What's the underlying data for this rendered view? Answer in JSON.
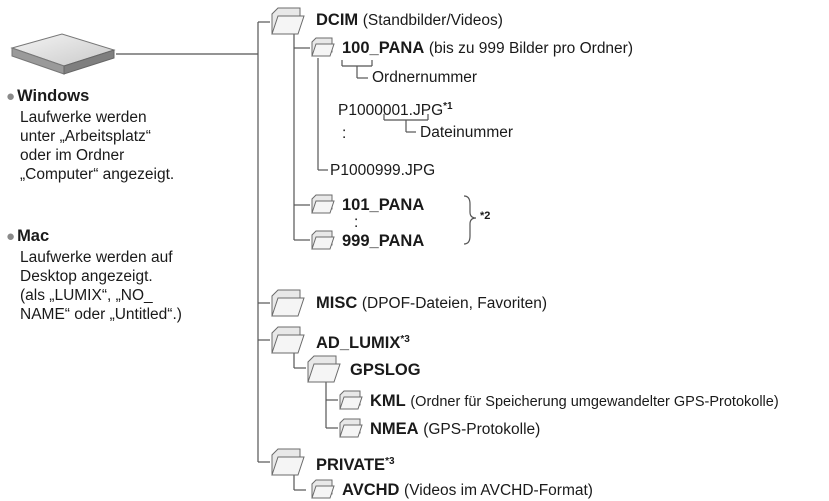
{
  "drive": {
    "icon": "drive-icon"
  },
  "windows": {
    "heading": "Windows",
    "lines": [
      "Laufwerke werden",
      "unter „Arbeitsplatz“",
      "oder im Ordner",
      "„Computer“ angezeigt."
    ]
  },
  "mac": {
    "heading": "Mac",
    "lines": [
      "Laufwerke werden auf",
      "Desktop angezeigt.",
      "(als „LUMIX“, „NO_",
      "NAME“ oder „Untitled“.)"
    ]
  },
  "tree": {
    "dcim": {
      "name": "DCIM",
      "desc": "(Standbilder/Videos)"
    },
    "pana100": {
      "name": "100_PANA",
      "desc": "(bis zu 999 Bilder pro Ordner)"
    },
    "ordnernummer": "Ordnernummer",
    "file_first": "P1000001.JPG",
    "file_first_mark": "*1",
    "colon": ":",
    "dateinummer": "Dateinummer",
    "file_last": "P1000999.JPG",
    "pana101": {
      "name": "101_PANA"
    },
    "pana999": {
      "name": "999_PANA"
    },
    "brace_mark": "*2",
    "misc": {
      "name": "MISC",
      "desc": "(DPOF-Dateien, Favoriten)"
    },
    "ad_lumix": {
      "name": "AD_LUMIX",
      "mark": "*3"
    },
    "gpslog": {
      "name": "GPSLOG"
    },
    "kml": {
      "name": "KML",
      "desc": "(Ordner für Speicherung umgewandelter GPS-Protokolle)"
    },
    "nmea": {
      "name": "NMEA",
      "desc": "(GPS-Protokolle)"
    },
    "private": {
      "name": "PRIVATE",
      "mark": "*3"
    },
    "avchd": {
      "name": "AVCHD",
      "desc": "(Videos im AVCHD-Format)"
    }
  },
  "colors": {
    "line": "#555555",
    "folder_fill": "#f2f2f2",
    "folder_stroke": "#6b6b6b",
    "bullet": "#8a8a8a"
  }
}
